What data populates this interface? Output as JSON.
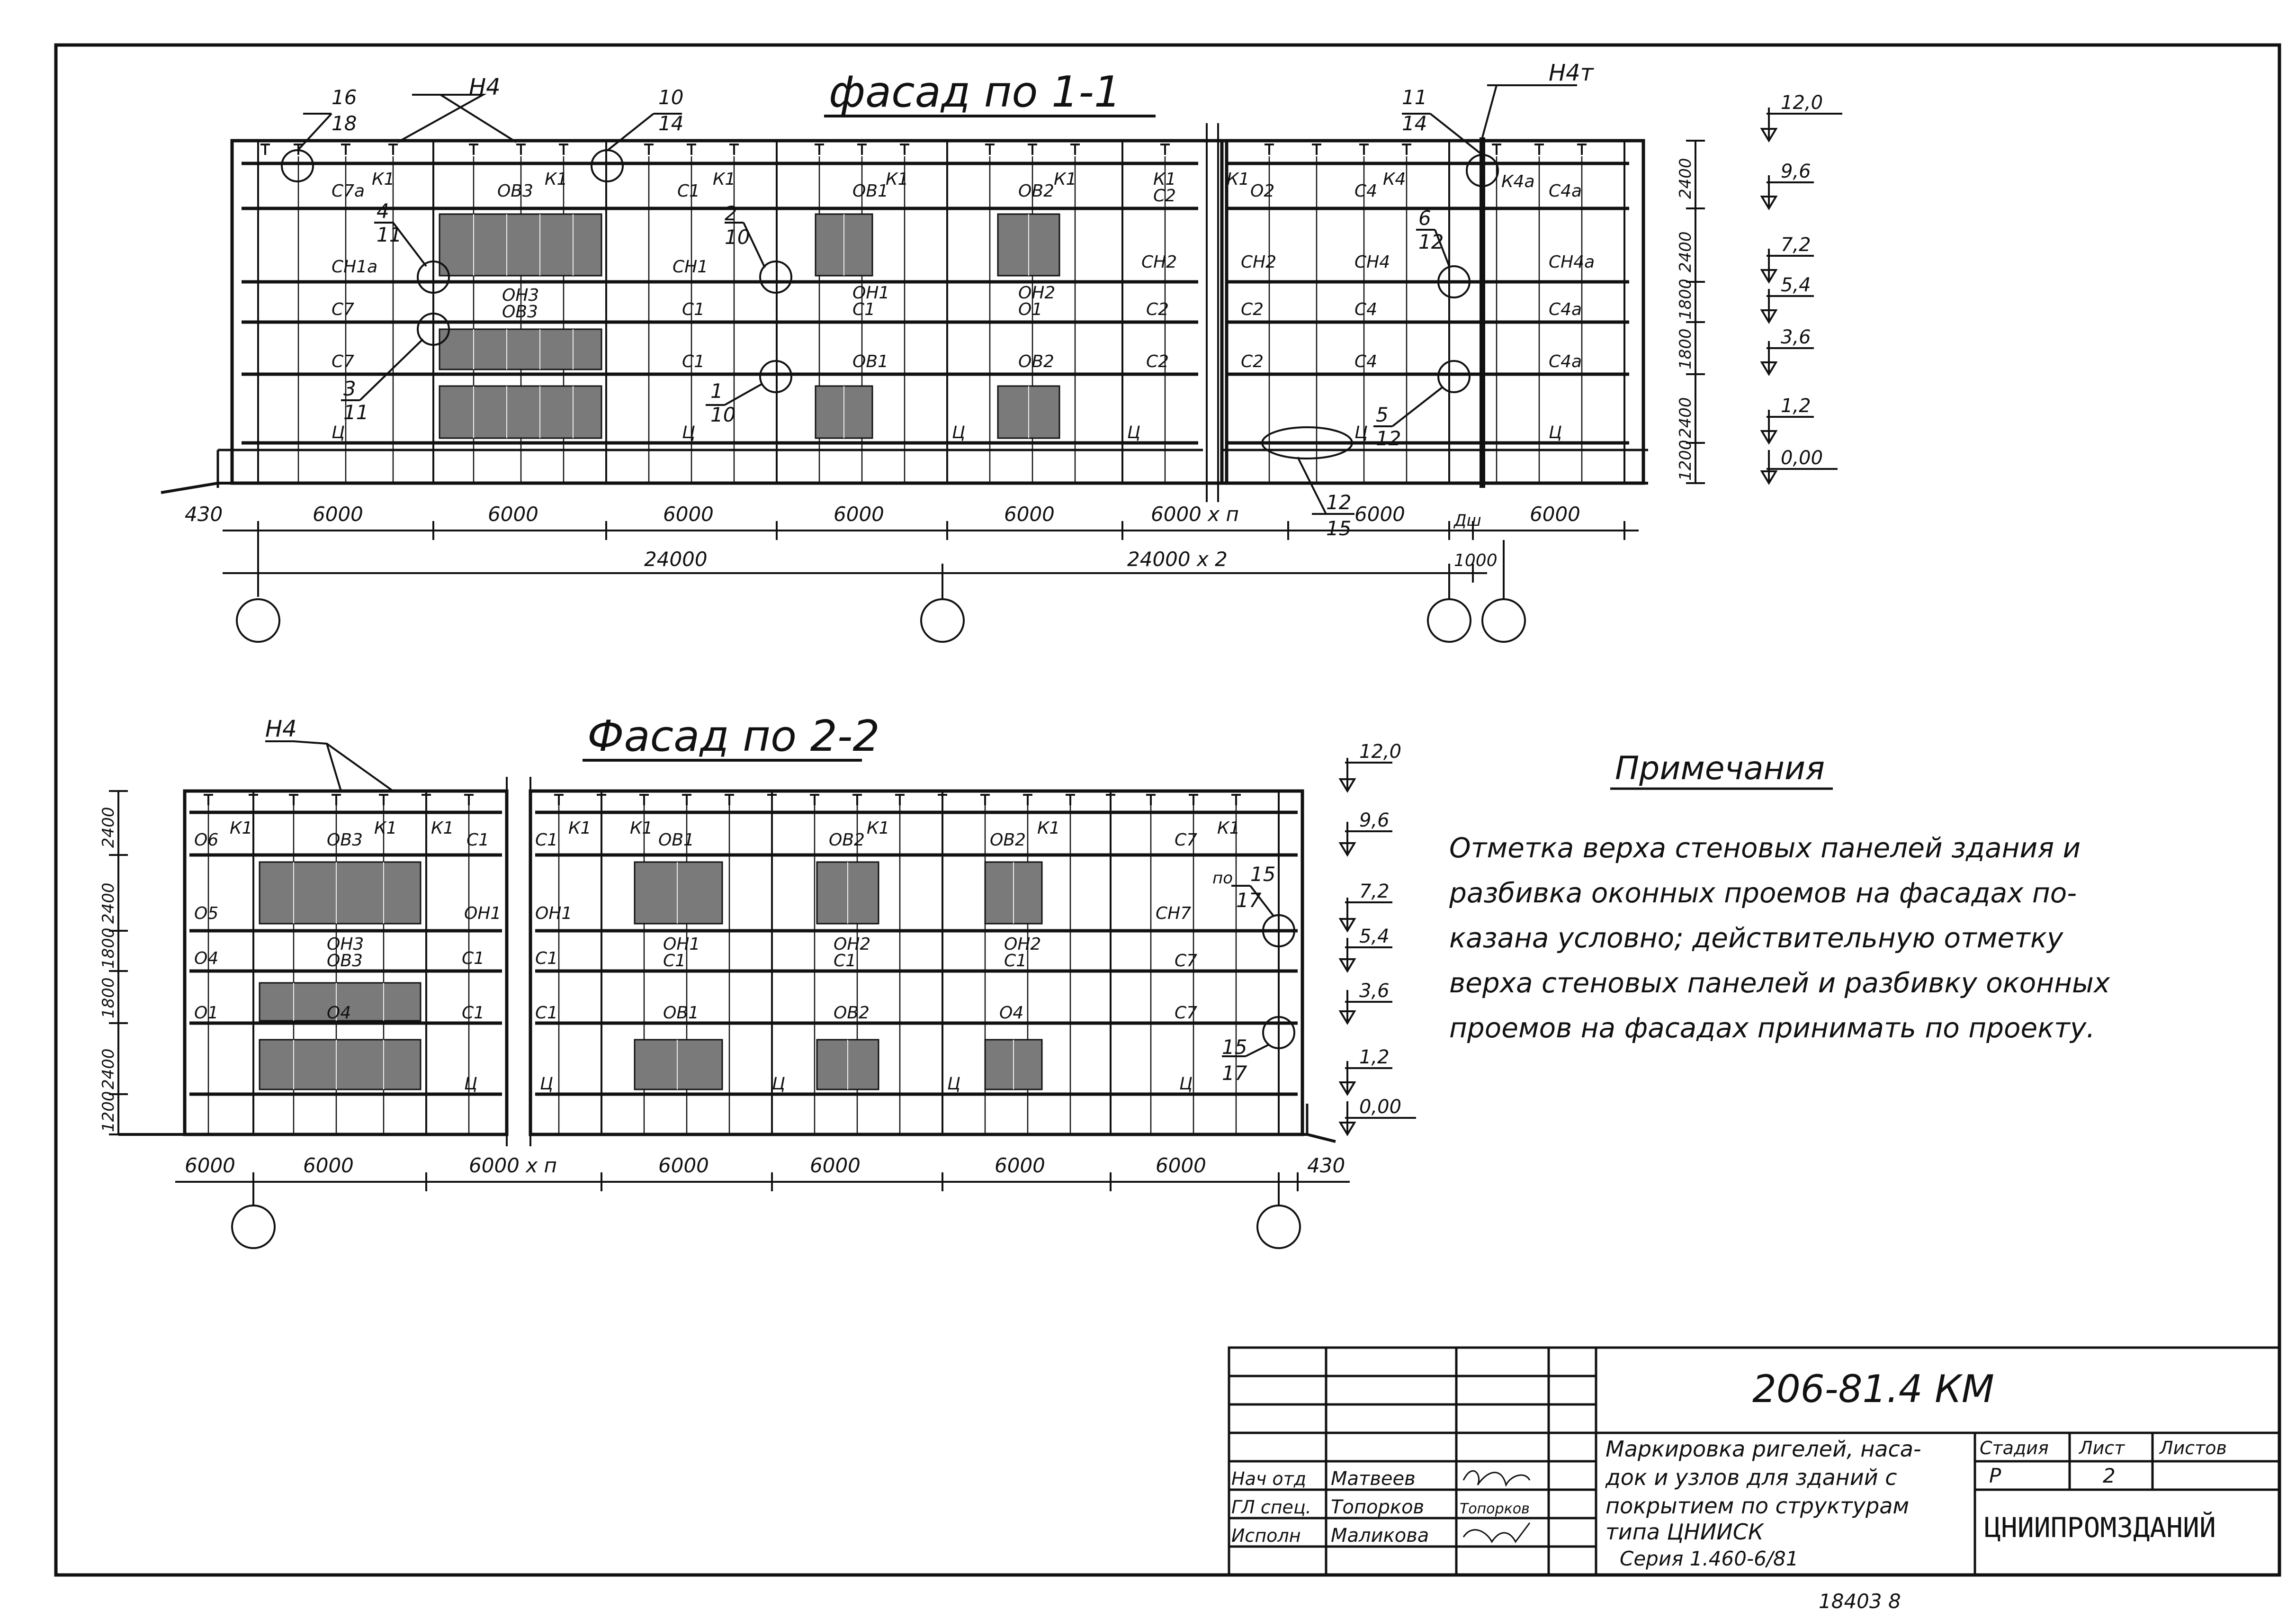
{
  "facade1": {
    "title": "фасад по 1-1",
    "labels": {
      "n4": "Н4",
      "n4t": "Н4т",
      "c16": "16",
      "c18": "18",
      "c10": "10",
      "c14": "14",
      "c11": "11",
      "c14b": "14",
      "c4": "4",
      "c11b": "11",
      "c2": "2",
      "c10b": "10",
      "c6": "6",
      "c12": "12",
      "c3": "3",
      "c11c": "11",
      "c1": "1",
      "c10c": "10",
      "c5": "5",
      "c12b": "12",
      "c12c": "12",
      "c15": "15"
    },
    "marks_top": [
      "С7а",
      "К1",
      "ОВ3",
      "К1",
      "С1",
      "К1",
      "ОВ1",
      "К1",
      "ОВ2",
      "К1",
      "К1",
      "С2",
      "К1",
      "О2",
      "С4",
      "К4",
      "К4а",
      "С4а"
    ],
    "marks_r2": [
      "СН1а",
      "СН1",
      "СН2",
      "СН2",
      "СН4",
      "СН4а"
    ],
    "marks_r3": [
      "С7",
      "ОН3",
      "ОВ3",
      "С1",
      "ОН1",
      "С1",
      "ОН2",
      "О1",
      "С2",
      "С2",
      "С4",
      "С4а"
    ],
    "marks_r4": [
      "С7",
      "С1",
      "ОВ1",
      "ОВ2",
      "С2",
      "С2",
      "С4",
      "С4а"
    ],
    "marks_r5": [
      "Ц",
      "Ц",
      "Ц",
      "Ц",
      "Ц",
      "Ц"
    ],
    "elevations": [
      "12,0",
      "9,6",
      "7,2",
      "5,4",
      "3,6",
      "1,2",
      "0,00"
    ],
    "vert_dims": [
      "2400",
      "2400",
      "1800",
      "1800",
      "2400",
      "1200"
    ],
    "dims": [
      "430",
      "6000",
      "6000",
      "6000",
      "6000",
      "6000",
      "6000 х п",
      "6000",
      "Дш",
      "6000"
    ],
    "dims2": [
      "24000",
      "24000 х 2",
      "1000"
    ]
  },
  "facade2": {
    "title": "Фасад по 2-2",
    "labels": {
      "n4": "Н4",
      "c15": "15",
      "c17": "17",
      "c15b": "15",
      "c17b": "17",
      "po": "по"
    },
    "marks_top": [
      "О6",
      "К1",
      "ОВ3",
      "К1",
      "К1",
      "С1",
      "С1",
      "К1",
      "К1",
      "ОВ1",
      "ОВ2",
      "К1",
      "ОВ2",
      "К1",
      "С7",
      "К1"
    ],
    "marks_r2": [
      "О5",
      "ОН1",
      "ОН1",
      "СН7"
    ],
    "marks_r3": [
      "О4",
      "ОН3",
      "ОВ3",
      "С1",
      "С1",
      "ОН1",
      "С1",
      "ОН2",
      "С1",
      "ОН2",
      "С1",
      "С7"
    ],
    "marks_r4": [
      "О1",
      "О4",
      "С1",
      "С1",
      "ОВ1",
      "ОВ2",
      "О4",
      "С7"
    ],
    "marks_r5": [
      "Ц",
      "Ц",
      "Ц",
      "Ц",
      "Ц"
    ],
    "elevations": [
      "12,0",
      "9,6",
      "7,2",
      "5,4",
      "3,6",
      "1,2",
      "0,00"
    ],
    "vert_dims": [
      "2400",
      "2400",
      "1800",
      "1800",
      "2400",
      "1200"
    ],
    "dims": [
      "6000",
      "6000",
      "6000 х п",
      "6000",
      "6000",
      "6000",
      "6000",
      "430"
    ]
  },
  "notes": {
    "title": "Примечания",
    "lines": [
      "Отметка верха стеновых панелей здания и",
      "разбивка оконных проемов на фасадах по-",
      "казана условно; действительную отметку",
      "верха стеновых панелей и разбивку оконных",
      "проемов на фасадах принимать по проекту."
    ]
  },
  "title_block": {
    "code": "206-81.4 КМ",
    "description_lines": [
      "Маркировка ригелей, наса-",
      "док и узлов для зданий с",
      "покрытием по структурам",
      "типа ЦНИИСК"
    ],
    "series": "Серия 1.460-6/81",
    "stage_h": "Стадия",
    "sheet_h": "Лист",
    "sheets_h": "Листов",
    "stage": "Р",
    "sheet": "2",
    "org": "ЦНИИПРОМЗДАНИЙ",
    "roles": [
      "Нач отд",
      "ГЛ спец.",
      "Исполн"
    ],
    "names": [
      "Матвеев",
      "Топорков",
      "Маликова"
    ],
    "signature_text": "Топорков",
    "footer_number": "18403 8"
  },
  "colors": {
    "ink": "#111111",
    "paper": "#ffffff"
  }
}
